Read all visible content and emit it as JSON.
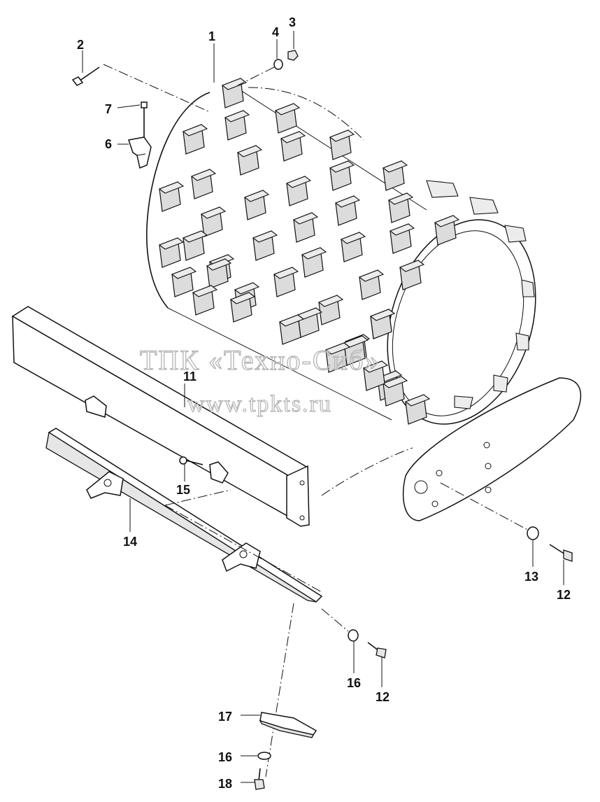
{
  "watermark": {
    "line1": "ТПК «Техно-Сиб»",
    "line2": "www.tpkts.ru"
  },
  "callouts": [
    {
      "id": "c1",
      "text": "1"
    },
    {
      "id": "c2",
      "text": "2"
    },
    {
      "id": "c3",
      "text": "3"
    },
    {
      "id": "c4",
      "text": "4"
    },
    {
      "id": "c6",
      "text": "6"
    },
    {
      "id": "c7",
      "text": "7"
    },
    {
      "id": "c11",
      "text": "11"
    },
    {
      "id": "c12a",
      "text": "12"
    },
    {
      "id": "c12b",
      "text": "12"
    },
    {
      "id": "c13",
      "text": "13"
    },
    {
      "id": "c14",
      "text": "14"
    },
    {
      "id": "c15",
      "text": "15"
    },
    {
      "id": "c16a",
      "text": "16"
    },
    {
      "id": "c16b",
      "text": "16"
    },
    {
      "id": "c17",
      "text": "17"
    },
    {
      "id": "c18",
      "text": "18"
    }
  ]
}
